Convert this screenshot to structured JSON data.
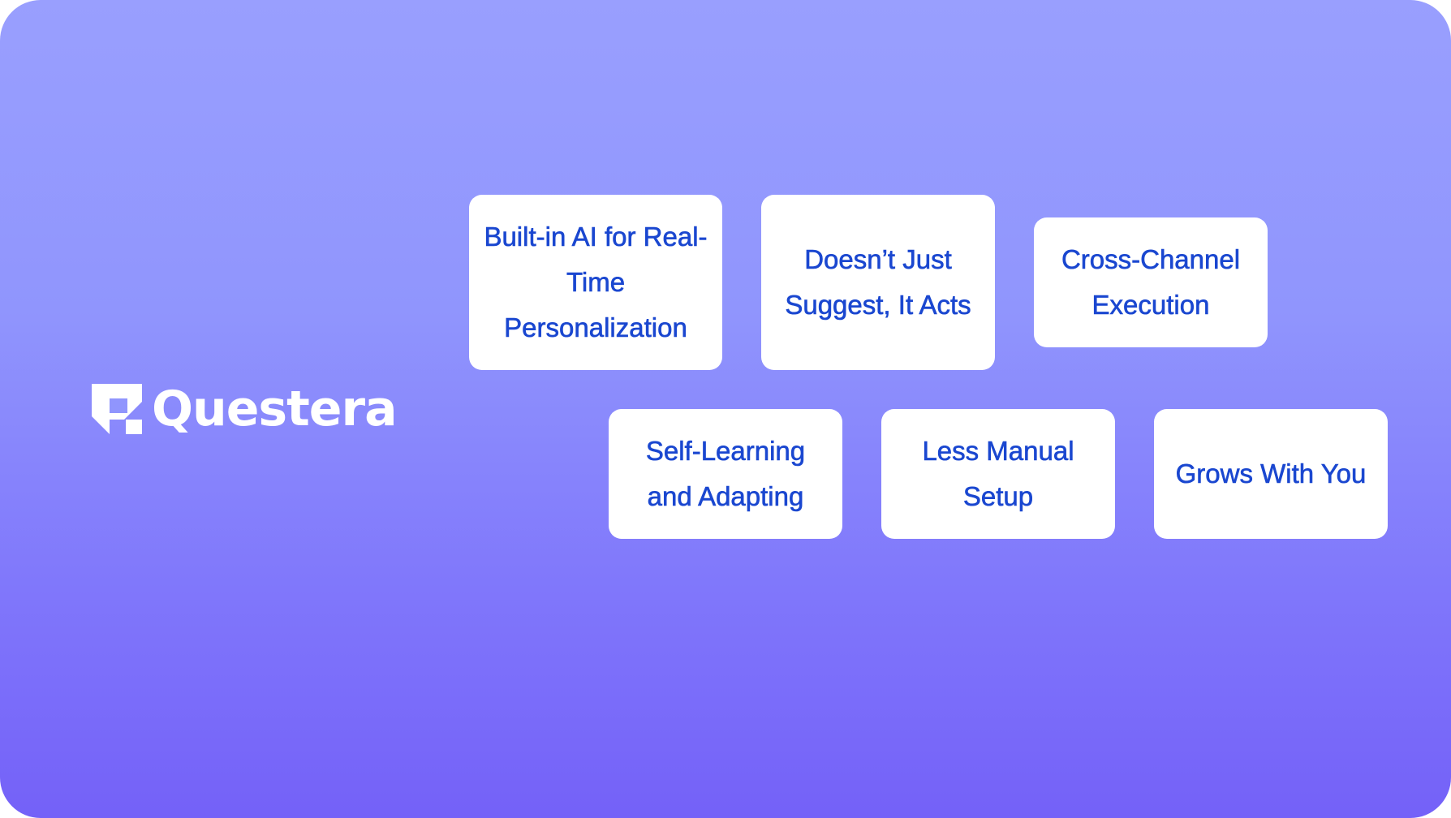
{
  "brand": {
    "name": "Questera",
    "logo_icon": "questera-logo-icon",
    "text_color": "#ffffff"
  },
  "theme": {
    "gradient_top": "#999ffe",
    "gradient_bottom": "#7461f8",
    "card_background": "#ffffff",
    "card_text": "#1a47d0"
  },
  "features": [
    {
      "label": "Built-in AI for Real-Time Personalization"
    },
    {
      "label": "Doesn’t Just Suggest, It Acts"
    },
    {
      "label": "Cross-Channel Execution"
    },
    {
      "label": "Self-Learning and Adapting"
    },
    {
      "label": "Less Manual Setup"
    },
    {
      "label": "Grows With You"
    }
  ]
}
